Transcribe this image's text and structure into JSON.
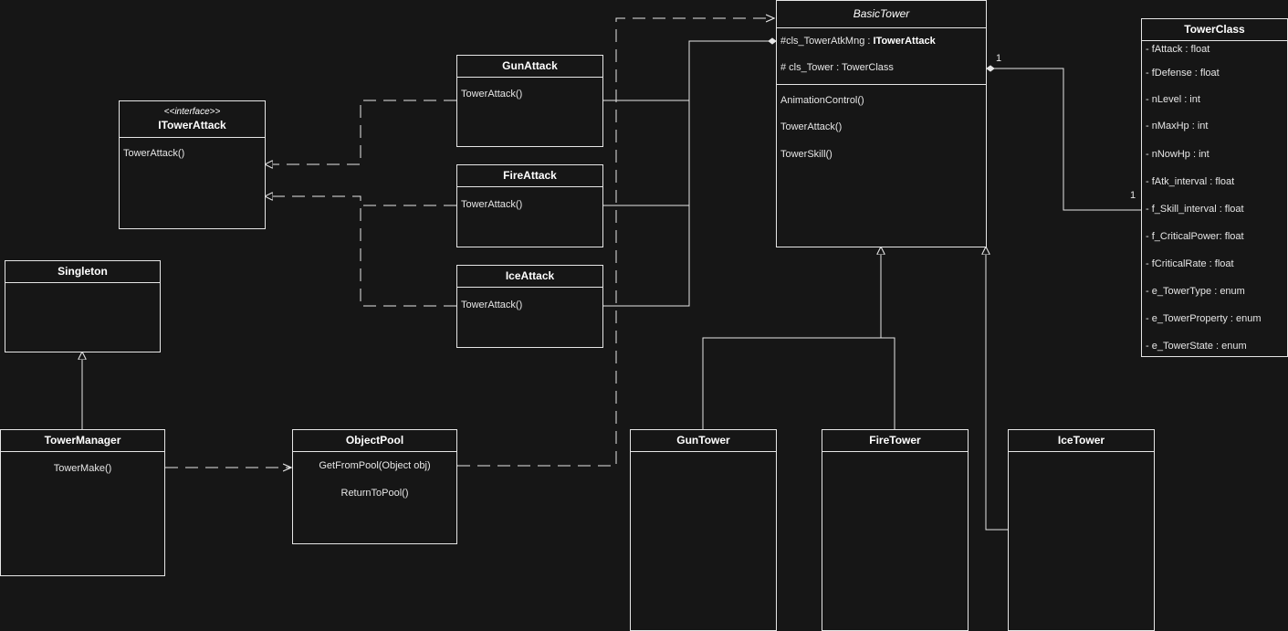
{
  "interface_box": {
    "stereotype": "<<interface>>",
    "name": "ITowerAttack",
    "method": "TowerAttack()"
  },
  "gun_attack": {
    "name": "GunAttack",
    "method": "TowerAttack()"
  },
  "fire_attack": {
    "name": "FireAttack",
    "method": "TowerAttack()"
  },
  "ice_attack": {
    "name": "IceAttack",
    "method": "TowerAttack()"
  },
  "basic_tower": {
    "name": "BasicTower",
    "attr1_prefix": "#cls_TowerAtkMng : ",
    "attr1_type": "ITowerAttack",
    "attr2": "# cls_Tower : TowerClass",
    "methods": [
      "AnimationControl()",
      "TowerAttack()",
      "TowerSkill()"
    ]
  },
  "tower_class": {
    "name": "TowerClass",
    "fields": [
      "- fAttack : float",
      "- fDefense : float",
      "- nLevel : int",
      "- nMaxHp : int",
      "- nNowHp : int",
      "- fAtk_interval : float",
      "- f_Skill_interval : float",
      "- f_CriticalPower: float",
      "- fCriticalRate : float",
      "- e_TowerType : enum",
      "- e_TowerProperty : enum",
      "- e_TowerState : enum"
    ]
  },
  "singleton": {
    "name": "Singleton"
  },
  "tower_manager": {
    "name": "TowerManager",
    "method": "TowerMake()"
  },
  "object_pool": {
    "name": "ObjectPool",
    "methods": [
      "GetFromPool(Object obj)",
      "ReturnToPool()"
    ]
  },
  "gun_tower": {
    "name": "GunTower"
  },
  "fire_tower": {
    "name": "FireTower"
  },
  "ice_tower": {
    "name": "IceTower"
  },
  "multiplicity": {
    "near_basic_tower": "1",
    "near_tower_class": "1"
  }
}
